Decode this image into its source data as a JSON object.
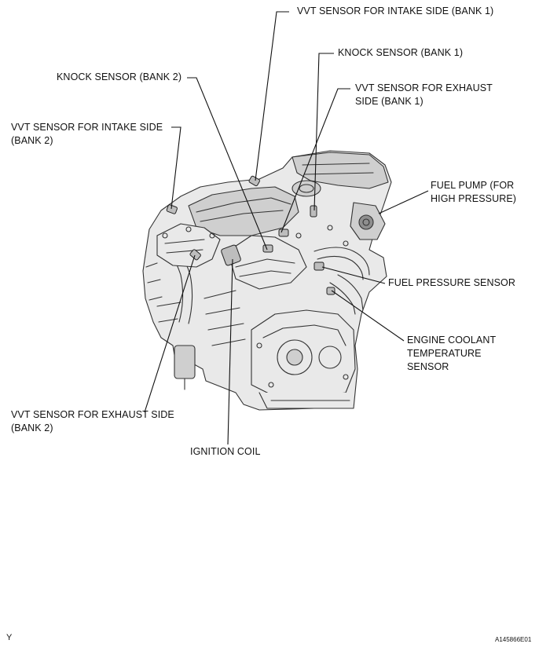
{
  "labels": {
    "vvt_intake_b1": "VVT SENSOR FOR INTAKE SIDE (BANK 1)",
    "knock_b1": "KNOCK SENSOR (BANK 1)",
    "knock_b2": "KNOCK SENSOR (BANK 2)",
    "vvt_exhaust_b1": "VVT SENSOR FOR EXHAUST\nSIDE (BANK 1)",
    "vvt_intake_b2": "VVT SENSOR FOR INTAKE SIDE\n(BANK 2)",
    "fuel_pump": "FUEL PUMP (FOR\nHIGH PRESSURE)",
    "fuel_pressure": "FUEL PRESSURE SENSOR",
    "ect": "ENGINE COOLANT\nTEMPERATURE\nSENSOR",
    "vvt_exhaust_b2": "VVT SENSOR FOR EXHAUST SIDE\n(BANK 2)",
    "ignition_coil": "IGNITION COIL"
  },
  "corner_mark": "Y",
  "figure_code": "A145866E01"
}
